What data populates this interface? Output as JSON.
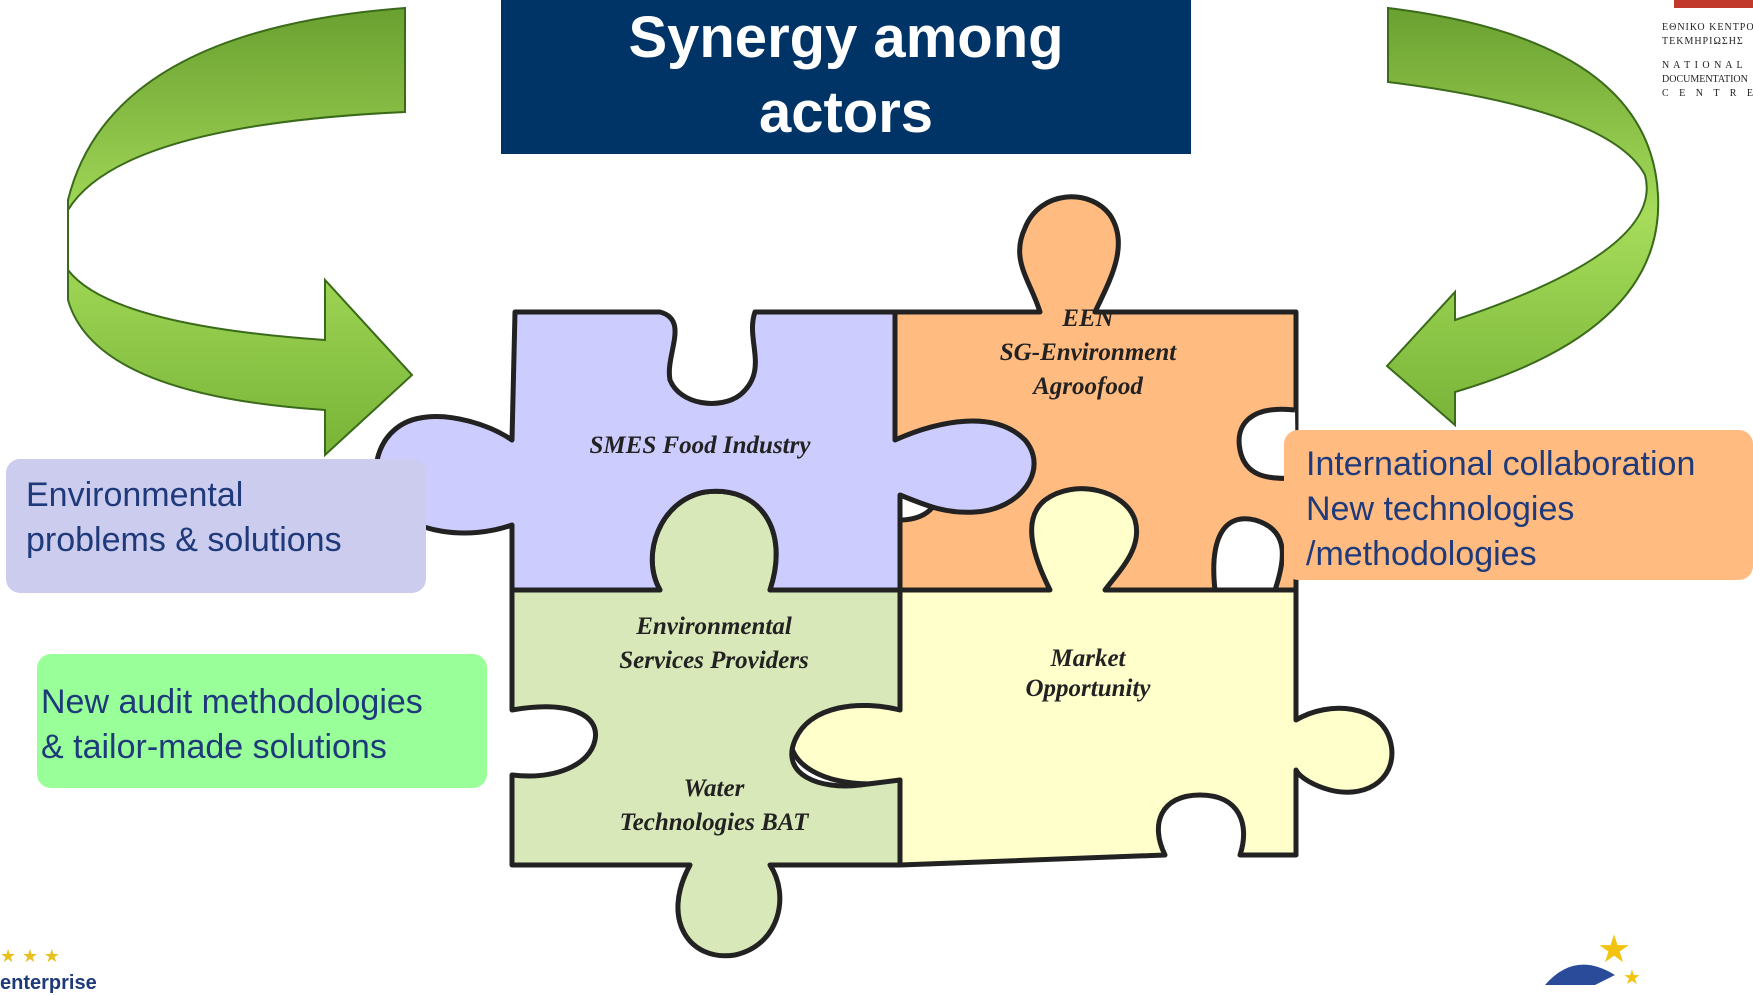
{
  "title": {
    "line1": "Synergy among",
    "line2": "actors"
  },
  "pieces": {
    "smes": {
      "line1": "SMES Food Industry"
    },
    "een": {
      "line1": "EEN",
      "line2": "SG-Environment",
      "line3": "Agroofood"
    },
    "env": {
      "line1": "Environmental",
      "line2": "Services Providers",
      "line3": "Water",
      "line4": "Technologies BAT"
    },
    "market": {
      "line1": "Market",
      "line2": "Opportunity"
    }
  },
  "callouts": {
    "environmental": {
      "line1": "Environmental",
      "line2": "problems & solutions"
    },
    "audit": {
      "line1": "New audit methodologies",
      "line2": "& tailor-made solutions"
    },
    "international": {
      "line1": "International collaboration",
      "line2": "New technologies",
      "line3": "/methodologies"
    }
  },
  "logos": {
    "ekt": {
      "line1": "ΕΘΝΙΚΟ ΚΕΝΤΡΟ",
      "line2": "ΤΕΚΜΗΡΙΩΣΗΣ",
      "line3": "N A T I O N A L",
      "line4": "DOCUMENTATION",
      "line5": "C E N T R E"
    },
    "enterprise": {
      "word": "enterprise"
    }
  },
  "colors": {
    "title_bg": "#003366",
    "smes_piece": "#ccccff",
    "een_piece": "#ffbb80",
    "env_piece": "#d8e8b8",
    "market_piece": "#ffffcc",
    "arrow": "#88cc44"
  }
}
